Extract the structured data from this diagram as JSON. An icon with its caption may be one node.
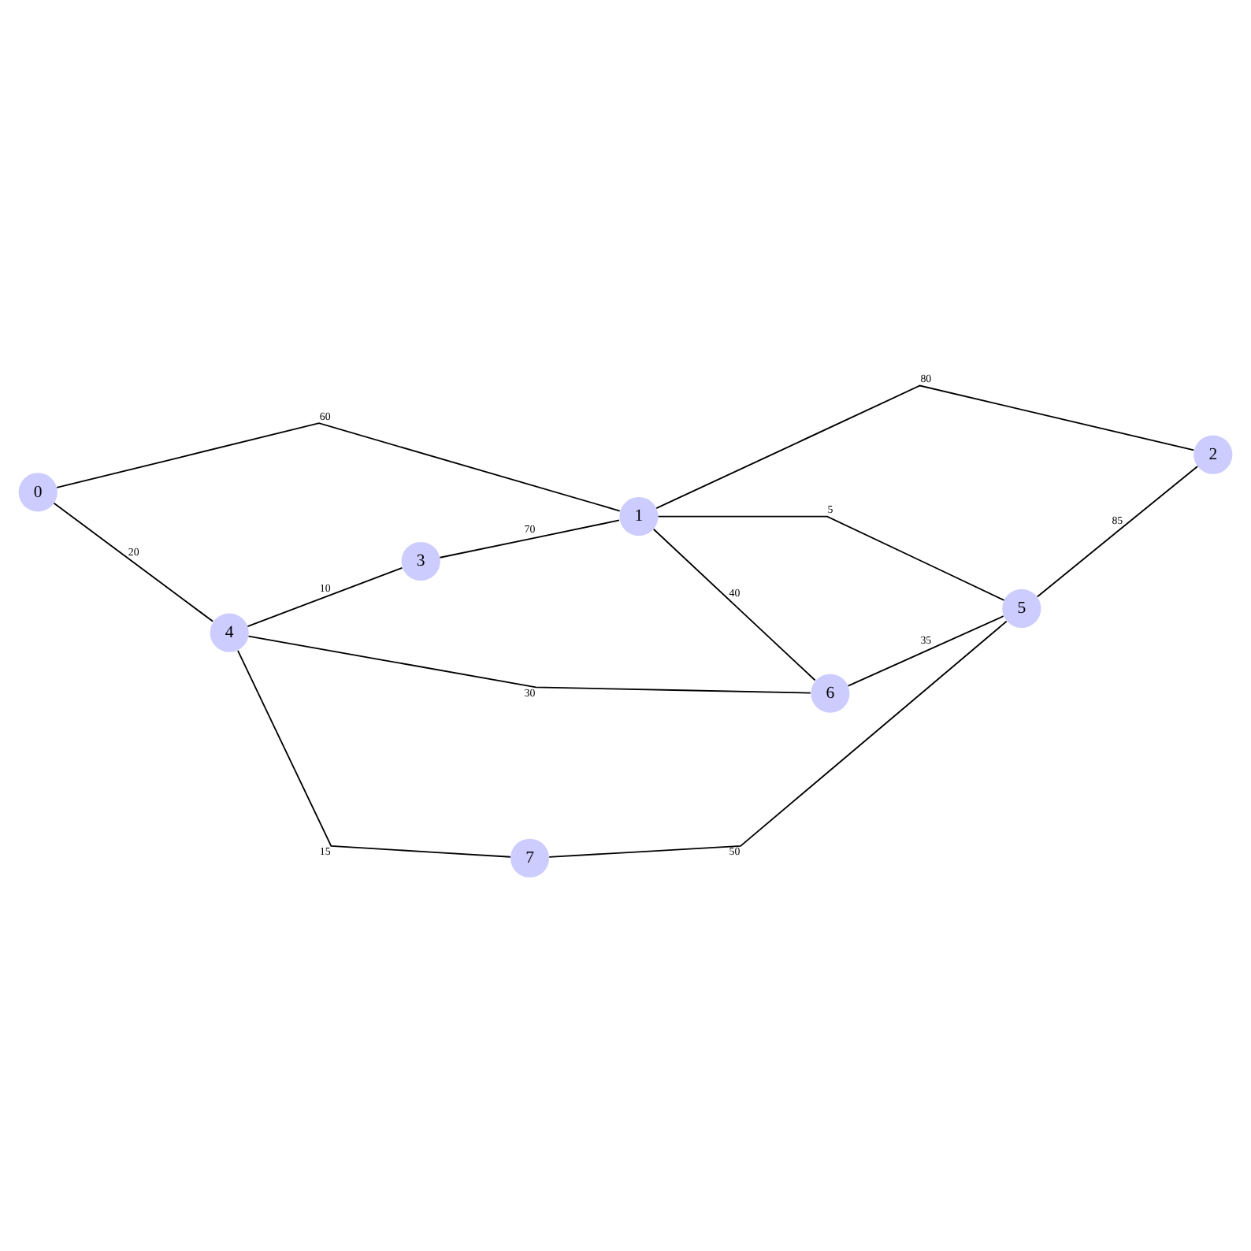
{
  "diagram": {
    "nodes": [
      {
        "text": [
          "0"
        ]
      },
      {
        "text": [
          "1"
        ]
      },
      {
        "text": [
          "2"
        ]
      },
      {
        "text": [
          "3"
        ]
      },
      {
        "text": [
          "4"
        ]
      },
      {
        "text": [
          "5"
        ]
      },
      {
        "text": [
          "6"
        ]
      },
      {
        "text": [
          "7"
        ]
      }
    ],
    "edges": [
      {
        "from": 0,
        "to": 1,
        "arrow": "none",
        "label": "60"
      },
      {
        "from": 0,
        "to": 4,
        "arrow": "none",
        "label": "20"
      },
      {
        "from": 3,
        "to": 1,
        "arrow": "none",
        "label": "70"
      },
      {
        "from": 4,
        "to": 3,
        "arrow": "none",
        "label": "10"
      },
      {
        "from": 1,
        "to": 2,
        "arrow": "none",
        "label": "80"
      },
      {
        "from": 1,
        "to": 6,
        "arrow": "none",
        "label": "40"
      },
      {
        "from": 1,
        "to": 5,
        "arrow": "none",
        "label": "5"
      },
      {
        "from": 4,
        "to": 6,
        "arrow": "none",
        "label": "30"
      },
      {
        "from": 6,
        "to": 5,
        "arrow": "none",
        "label": "35"
      },
      {
        "from": 5,
        "to": 2,
        "arrow": "none",
        "label": "85"
      },
      {
        "from": 4,
        "to": 7,
        "arrow": "none",
        "label": "15"
      },
      {
        "from": 7,
        "to": 5,
        "arrow": "none",
        "label": "50"
      }
    ]
  }
}
